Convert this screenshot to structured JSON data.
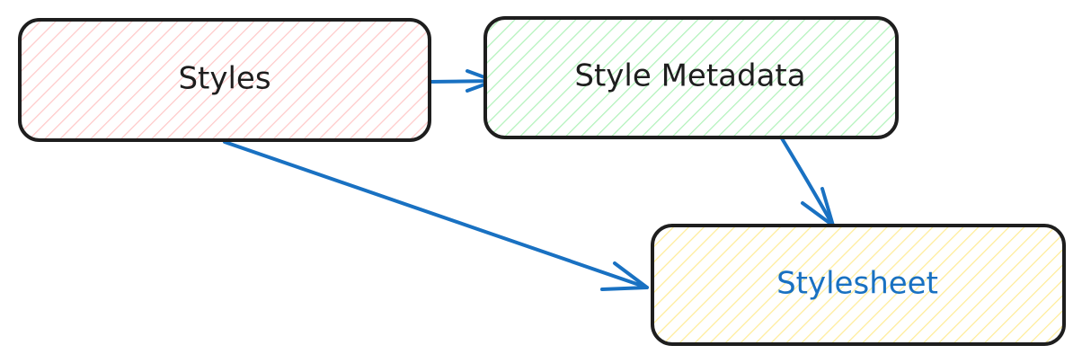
{
  "diagram": {
    "nodes": [
      {
        "id": "styles",
        "label": "Styles",
        "fill": "#ffc9c9",
        "text_color": "#1e1e1e"
      },
      {
        "id": "style-metadata",
        "label": "Style Metadata",
        "fill": "#b2f2bb",
        "text_color": "#1e1e1e"
      },
      {
        "id": "stylesheet",
        "label": "Stylesheet",
        "fill": "#ffec99",
        "text_color": "#1971c2"
      }
    ],
    "edges": [
      {
        "from": "styles",
        "to": "style-metadata"
      },
      {
        "from": "style-metadata",
        "to": "stylesheet"
      },
      {
        "from": "styles",
        "to": "stylesheet"
      }
    ],
    "colors": {
      "stroke": "#1e1e1e",
      "arrow": "#1971c2"
    }
  }
}
